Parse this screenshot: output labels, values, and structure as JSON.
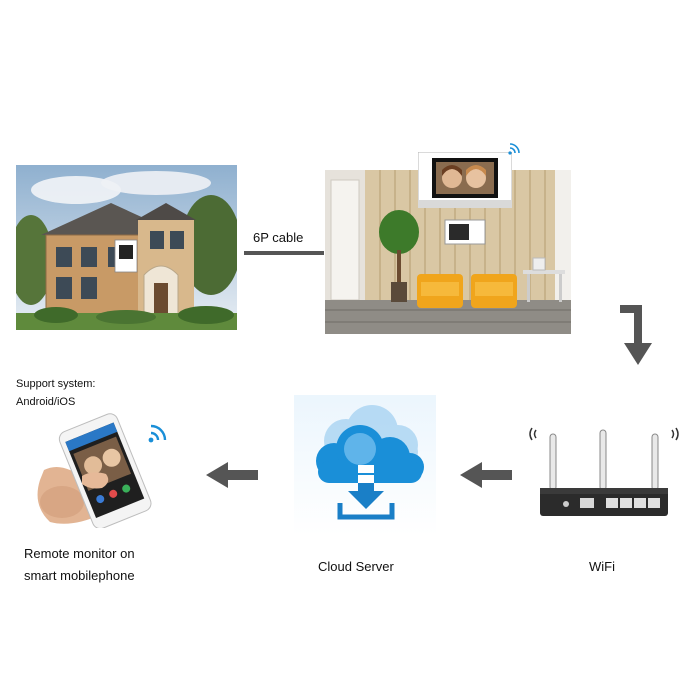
{
  "cable_label": "6P cable",
  "support": {
    "line1": "Support system:",
    "line2": "Android/iOS"
  },
  "nodes": {
    "phone": {
      "line1": "Remote monitor on",
      "line2": "smart mobilephone"
    },
    "cloud": {
      "label": "Cloud Server"
    },
    "wifi": {
      "label": "WiFi"
    }
  },
  "colors": {
    "arrow": "#555555",
    "cloud_blue": "#1a8fd8",
    "wifi_signal": "#1a8fd8",
    "sofa": "#f0a51c",
    "wall": "#d9c7a4"
  }
}
